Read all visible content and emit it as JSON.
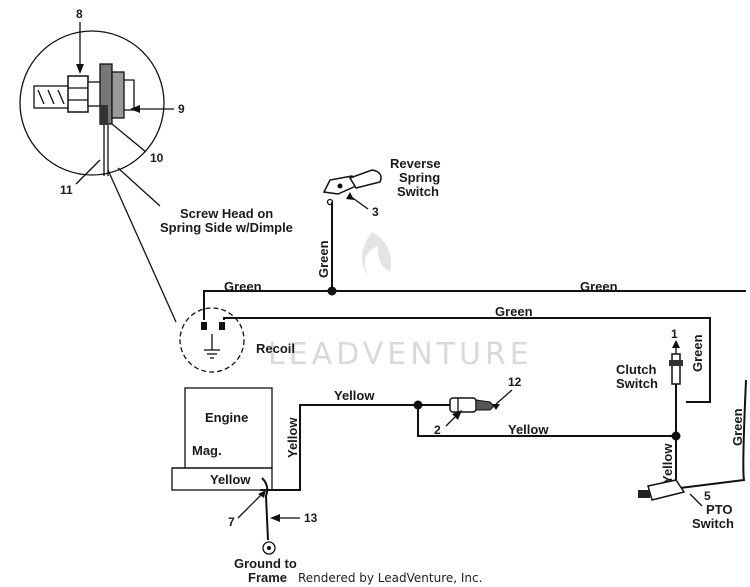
{
  "labels": {
    "reverse_spring_switch": [
      "Reverse",
      "Spring",
      "Switch"
    ],
    "screw_head": [
      "Screw Head on",
      "Spring Side w/Dimple"
    ],
    "green_vertical": "Green",
    "green_top_left": "Green",
    "green_top_right": "Green",
    "green_middle": "Green",
    "recoil": "Recoil",
    "clutch_switch": [
      "Clutch",
      "Switch"
    ],
    "green_clutch": "Green",
    "green_right": "Green",
    "engine": "Engine",
    "mag": "Mag.",
    "yellow_vertical_left": "Yellow",
    "yellow_top": "Yellow",
    "yellow_middle": "Yellow",
    "yellow_engine": "Yellow",
    "yellow_right_vertical": "Yellow",
    "pto_switch": [
      "PTO",
      "Switch"
    ],
    "ground_to_frame": [
      "Ground to",
      "Frame"
    ]
  },
  "callouts": {
    "c8": "8",
    "c9": "9",
    "c10": "10",
    "c11": "11",
    "c3": "3",
    "c1": "1",
    "c12": "12",
    "c2": "2",
    "c5": "5",
    "c7": "7",
    "c13": "13"
  },
  "watermark": "LEADVENTURE",
  "credit": "Rendered by LeadVenture, Inc."
}
